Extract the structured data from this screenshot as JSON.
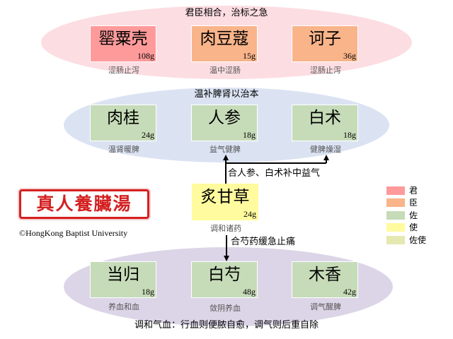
{
  "top_group": {
    "title": "君臣相合，治标之急",
    "herbs": [
      {
        "name": "罂粟壳",
        "weight": "108g",
        "function": "涩肠止泻"
      },
      {
        "name": "肉豆蔻",
        "weight": "15g",
        "function": "温中涩肠"
      },
      {
        "name": "诃子",
        "weight": "36g",
        "function": "涩肠止泻"
      }
    ]
  },
  "middle_group": {
    "title": "温补脾肾以治本",
    "herbs": [
      {
        "name": "肉桂",
        "weight": "24g",
        "function": "温肾暖脾"
      },
      {
        "name": "人参",
        "weight": "18g",
        "function": "益气健脾"
      },
      {
        "name": "白术",
        "weight": "18g",
        "function": "健脾燥湿"
      }
    ]
  },
  "center_herb": {
    "name": "炙甘草",
    "weight": "24g",
    "function": "调和诸药"
  },
  "annotations": {
    "up": "合人参、白术补中益气",
    "down": "合芍药缓急止痛"
  },
  "bottom_group": {
    "title": "调和气血：行血则便脓自愈，调气则后重自除",
    "herbs": [
      {
        "name": "当归",
        "weight": "18g",
        "function": "养血和血"
      },
      {
        "name": "白芍",
        "weight": "48g",
        "function": "敛阴养血"
      },
      {
        "name": "木香",
        "weight": "42g",
        "function": "调气醒脾"
      }
    ]
  },
  "seal_text": "真人養臟湯",
  "copyright": "©HongKong Baptist University",
  "legend": [
    {
      "label": "君",
      "color": "#ff9a9a"
    },
    {
      "label": "臣",
      "color": "#f9b48a"
    },
    {
      "label": "佐",
      "color": "#c6dbb8"
    },
    {
      "label": "使",
      "color": "#fffb9e"
    },
    {
      "label": "佐使",
      "color": "#e5e8b0"
    }
  ]
}
